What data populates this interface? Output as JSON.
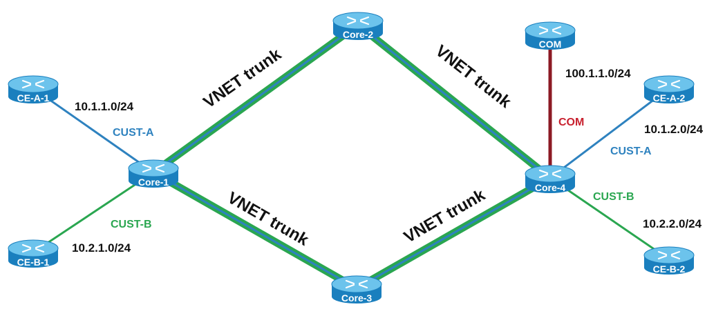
{
  "routers": {
    "ce_a_1": "CE-A-1",
    "ce_b_1": "CE-B-1",
    "core_1": "Core-1",
    "core_2": "Core-2",
    "core_3": "Core-3",
    "core_4": "Core-4",
    "com": "COM",
    "ce_a_2": "CE-A-2",
    "ce_b_2": "CE-B-2"
  },
  "subnets": {
    "cust_a_left": "10.1.1.0/24",
    "cust_b_left": "10.2.1.0/24",
    "com": "100.1.1.0/24",
    "cust_a_right": "10.1.2.0/24",
    "cust_b_right": "10.2.2.0/24"
  },
  "link_labels": {
    "trunk_core1_core2": "VNET trunk",
    "trunk_core2_core4": "VNET trunk",
    "trunk_core1_core3": "VNET trunk",
    "trunk_core3_core4": "VNET trunk",
    "cust_a_left": "CUST-A",
    "cust_b_left": "CUST-B",
    "com": "COM",
    "cust_a_right": "CUST-A",
    "cust_b_right": "CUST-B"
  },
  "colors": {
    "cust_a": "#2e82bf",
    "cust_b": "#2aa650",
    "com": "#8c1a24",
    "trunk_green": "#2aa650",
    "trunk_blue": "#2e82bf",
    "router_body": "#1e8fcf",
    "router_top": "#6cc3ec"
  }
}
